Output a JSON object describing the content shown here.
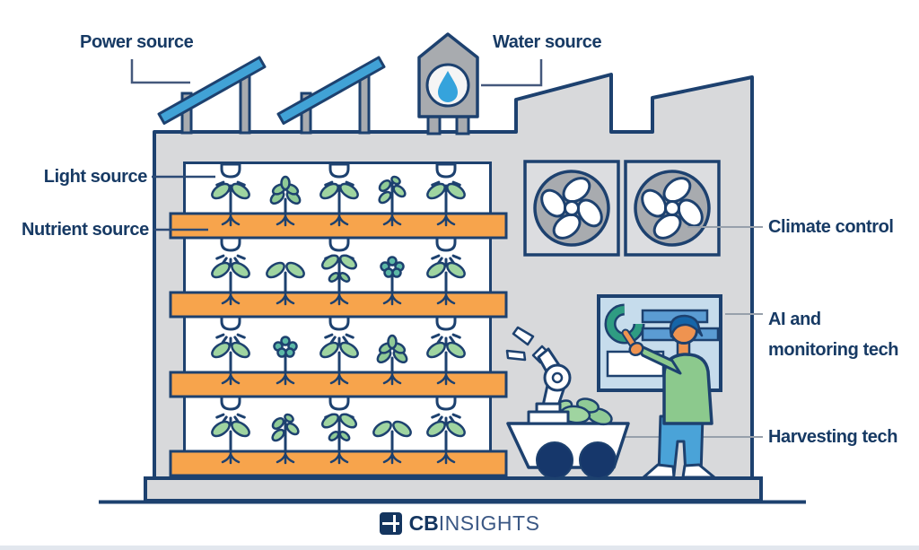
{
  "labels": {
    "power": "Power source",
    "water": "Water source",
    "light": "Light source",
    "nutrient": "Nutrient source",
    "climate": "Climate control",
    "ai_line1": "AI and",
    "ai_line2": "monitoring tech",
    "harvest": "Harvesting tech"
  },
  "logo": {
    "cb": "CB",
    "insights": "INSIGHTS"
  },
  "colors": {
    "navy_outline": "#1d416f",
    "label_text": "#173a64",
    "building_gray": "#d8d9db",
    "equipment_gray": "#a8abaf",
    "shelf_orange": "#f7a44c",
    "panel_blue": "#41a2d6",
    "water_blue": "#35a3dc",
    "plant_green": "#9fd4a0",
    "bush_green": "#8fca96",
    "berry_teal": "#5cb8a6",
    "gauge_teal": "#2f9c82",
    "screen_blue": "#c6dcec",
    "bar_blue": "#5b9cd3",
    "sweater_green": "#8cc98d",
    "skin_orange": "#ef9350",
    "pants_blue": "#4aa3d8",
    "hair_blue": "#1565a8"
  },
  "illustration": {
    "icons": [
      "solar-panel-icon",
      "water-tank-icon",
      "grow-light-icon",
      "plant-icon",
      "nutrient-shelf",
      "ventilation-fan-icon",
      "monitor-screen-icon",
      "robot-arm-icon",
      "harvest-cart-icon",
      "worker-figure"
    ],
    "grow_rows": [
      [
        "v2",
        "bush",
        "v2",
        "side3",
        "v2"
      ],
      [
        "v2",
        "v2",
        "v2tall",
        "berry",
        "v2"
      ],
      [
        "v2",
        "berry",
        "v2",
        "bush",
        "v2"
      ],
      [
        "v2",
        "side3",
        "v2tall",
        "v2",
        "v2"
      ]
    ]
  }
}
